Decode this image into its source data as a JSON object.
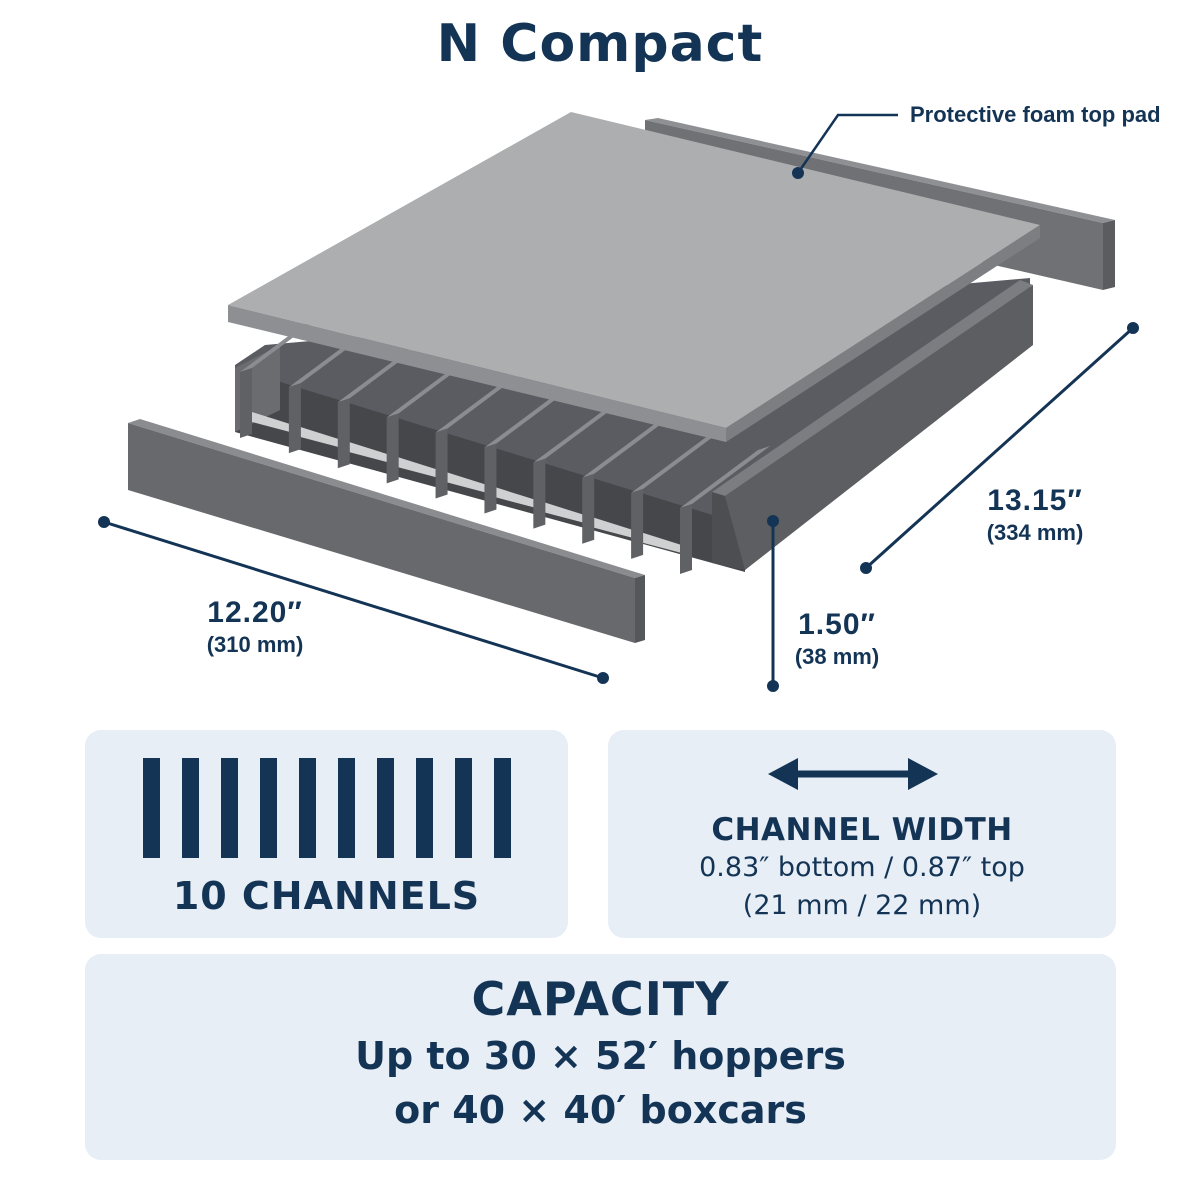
{
  "title": "N Compact",
  "callout": {
    "top_pad": "Protective foam top pad"
  },
  "dimensions": {
    "width": {
      "value": "12.20″",
      "metric": "(310 mm)"
    },
    "depth": {
      "value": "13.15″",
      "metric": "(334 mm)"
    },
    "height": {
      "value": "1.50″",
      "metric": "(38 mm)"
    }
  },
  "channels": {
    "count": 10,
    "label": "10 CHANNELS"
  },
  "channel_width": {
    "title": "CHANNEL WIDTH",
    "imperial": "0.83″ bottom / 0.87″ top",
    "metric": "(21 mm / 22 mm)"
  },
  "capacity": {
    "title": "CAPACITY",
    "line1": "Up to 30 × 52′ hoppers",
    "line2": "or 40 × 40′ boxcars"
  },
  "colors": {
    "navy": "#143456",
    "card": "#e7eef6",
    "pad": "#a9aaac",
    "body_dark": "#55575b",
    "wall": "#66686c"
  }
}
